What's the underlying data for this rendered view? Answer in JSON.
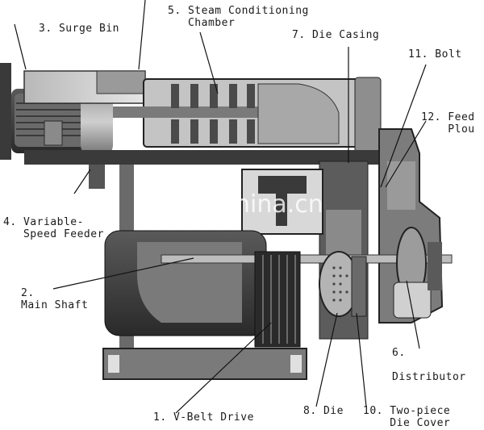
{
  "labels": {
    "surge_bin": "3. Surge Bin",
    "steam_chamber": "5. Steam Conditioning\n   Chamber",
    "die_casing": "7. Die Casing",
    "bolt": "11. Bolt",
    "feed_plough": "12. Feed\n    Plou",
    "variable_feeder": "4. Variable-\n   Speed Feeder",
    "main_shaft": "2.\nMain Shaft",
    "distributor": "6.\n\nDistributor",
    "v_belt": "1. V-Belt Drive",
    "die": "8. Die",
    "die_cover": "10. Two-piece\n    Die Cover"
  },
  "watermark": "trade.china.cn"
}
